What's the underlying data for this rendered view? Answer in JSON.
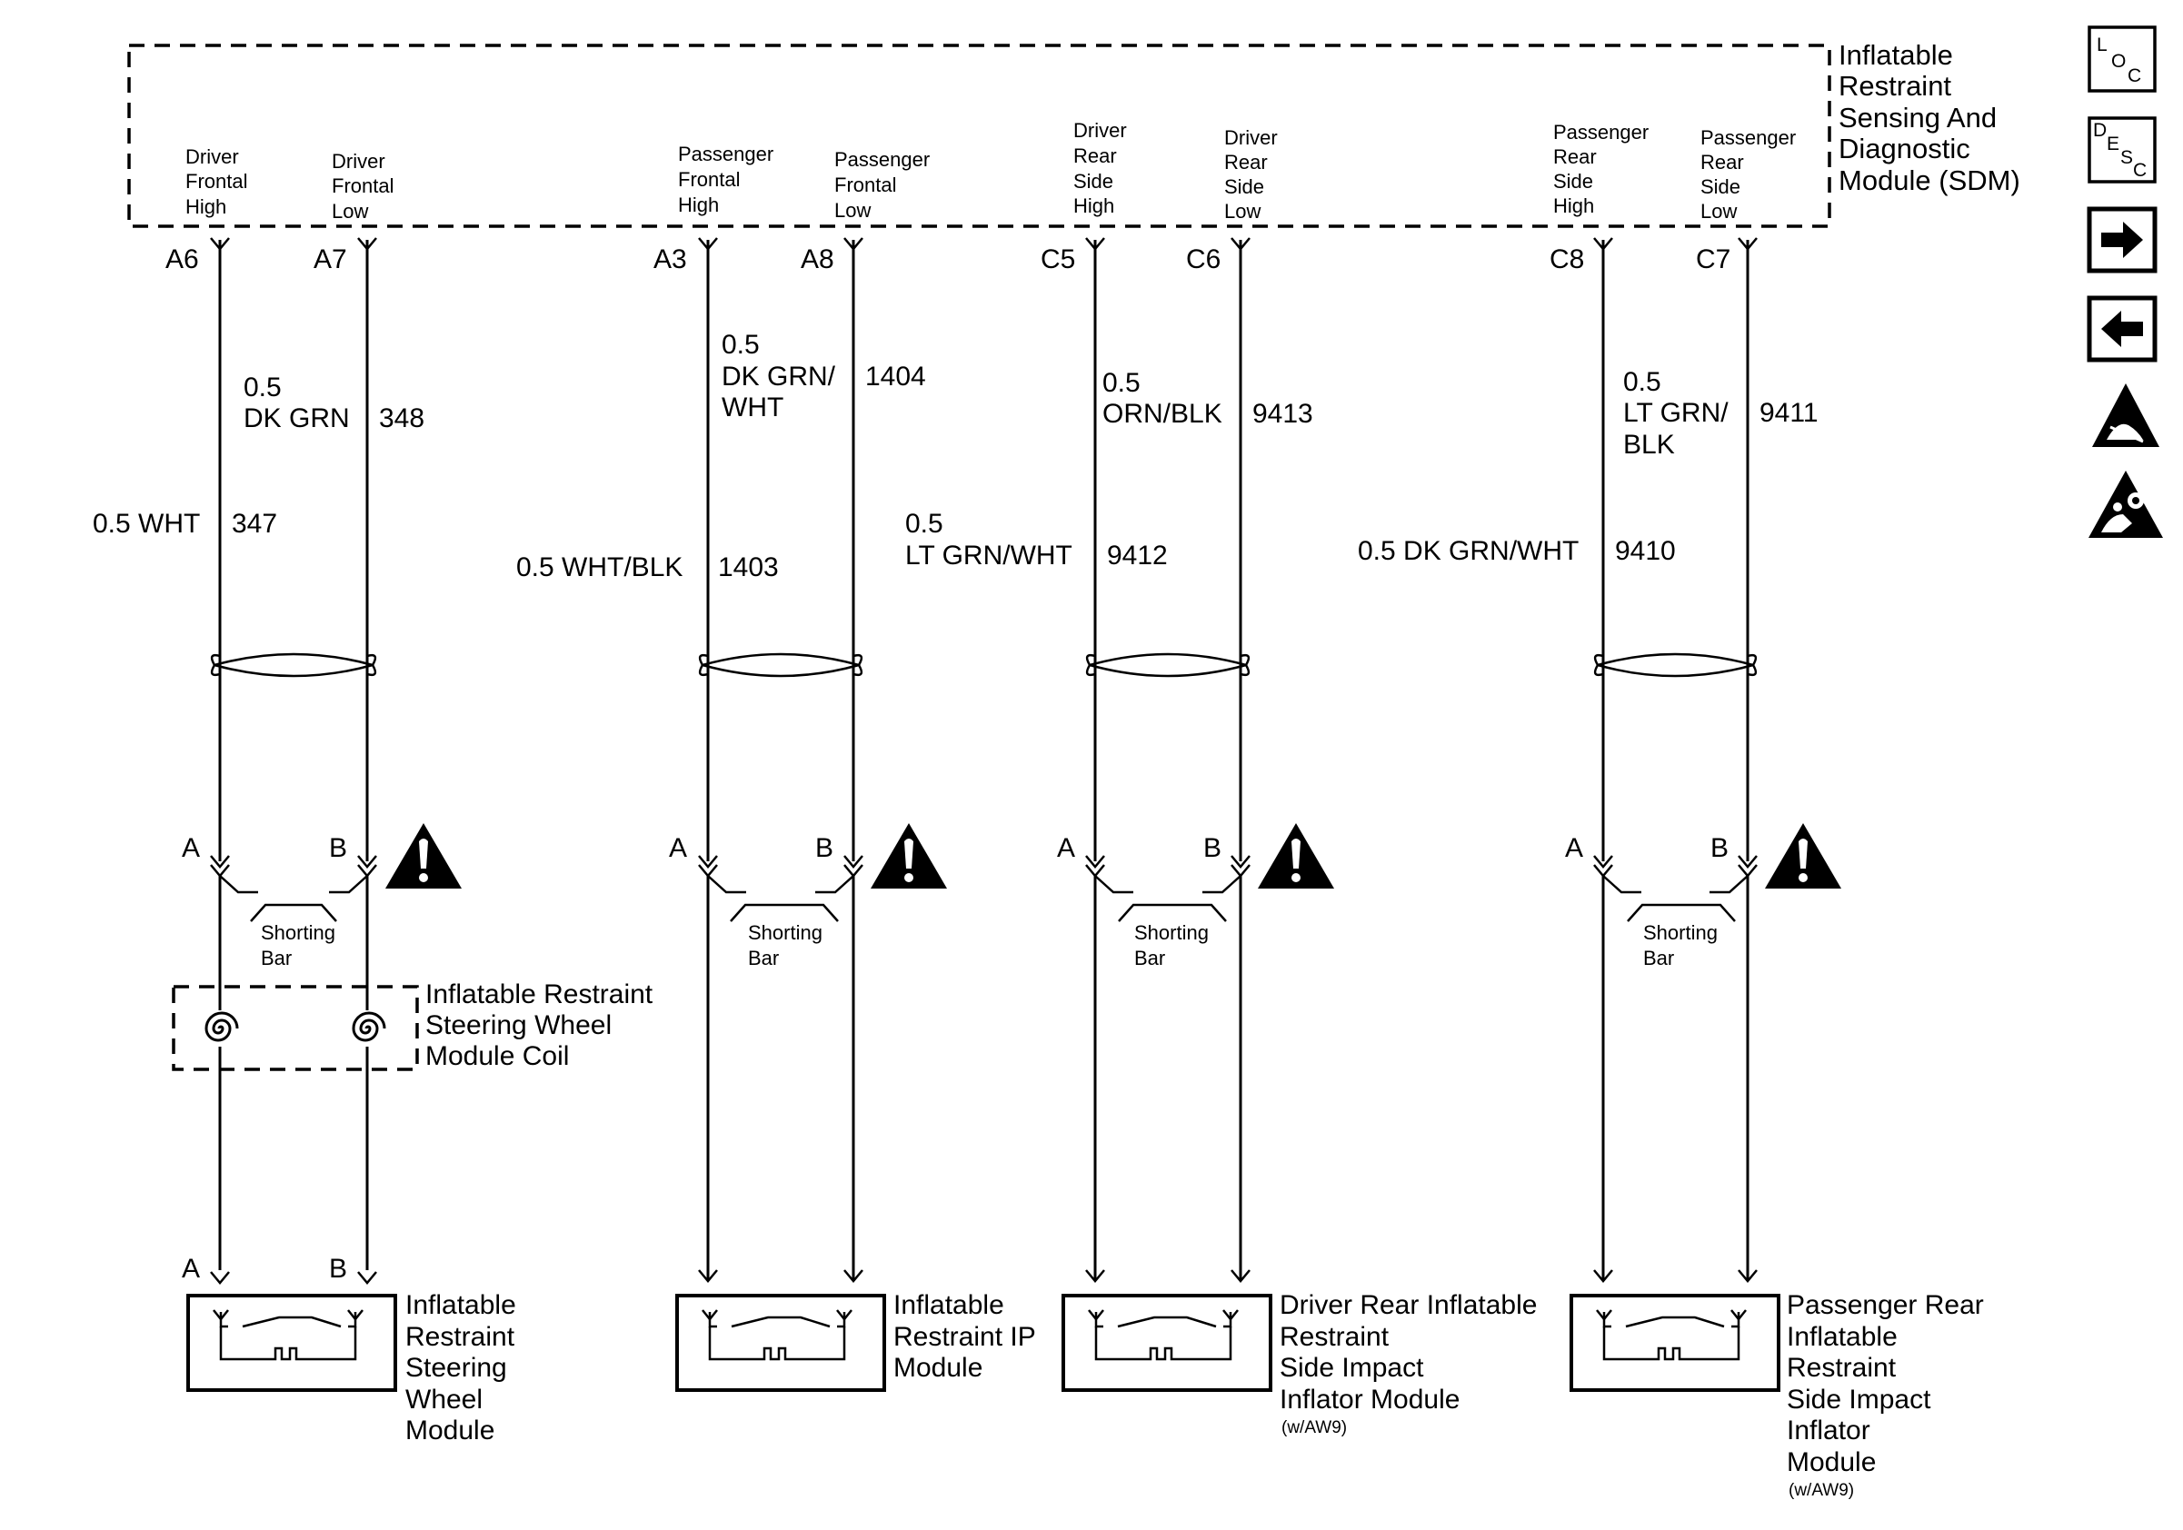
{
  "sdm": {
    "label_lines": [
      "Inflatable",
      "Restraint",
      "Sensing And",
      "Diagnostic",
      "Module (SDM)"
    ]
  },
  "circuits": [
    {
      "signals": [
        {
          "lines": [
            "Driver",
            "Frontal",
            "High"
          ],
          "pin": "A6",
          "wire_label": "0.5 WHT",
          "circuit": "347",
          "end_pin": "A",
          "module_pin": "A"
        },
        {
          "lines": [
            "Driver",
            "Frontal",
            "Low"
          ],
          "pin": "A7",
          "wire_label_lines": [
            "0.5",
            "DK GRN"
          ],
          "circuit": "348",
          "end_pin": "B",
          "module_pin": "B"
        }
      ],
      "shorting_bar": [
        "Shorting",
        "Bar"
      ],
      "coil_label": [
        "Inflatable Restraint",
        "Steering Wheel",
        "Module Coil"
      ],
      "module_label": [
        "Inflatable",
        "Restraint",
        "Steering",
        "Wheel",
        "Module"
      ]
    },
    {
      "signals": [
        {
          "lines": [
            "Passenger",
            "Frontal",
            "High"
          ],
          "pin": "A3",
          "wire_label": "0.5 WHT/BLK",
          "circuit": "1403",
          "end_pin": "A"
        },
        {
          "lines": [
            "Passenger",
            "Frontal",
            "Low"
          ],
          "pin": "A8",
          "wire_label_lines": [
            "0.5",
            "DK GRN/",
            "WHT"
          ],
          "circuit": "1404",
          "end_pin": "B"
        }
      ],
      "shorting_bar": [
        "Shorting",
        "Bar"
      ],
      "module_label": [
        "Inflatable",
        "Restraint IP",
        "Module"
      ]
    },
    {
      "signals": [
        {
          "lines": [
            "Driver",
            "Rear",
            "Side",
            "High"
          ],
          "pin": "C5",
          "wire_label_lines": [
            "0.5",
            "LT GRN/WHT"
          ],
          "circuit": "9412",
          "end_pin": "A"
        },
        {
          "lines": [
            "Driver",
            "Rear",
            "Side",
            "Low"
          ],
          "pin": "C6",
          "wire_label_lines": [
            "0.5",
            "ORN/BLK"
          ],
          "circuit": "9413",
          "end_pin": "B"
        }
      ],
      "shorting_bar": [
        "Shorting",
        "Bar"
      ],
      "module_label": [
        "Driver Rear Inflatable",
        "Restraint",
        "Side Impact",
        "Inflator Module"
      ],
      "option": "(w/AW9)"
    },
    {
      "signals": [
        {
          "lines": [
            "Passenger",
            "Rear",
            "Side",
            "High"
          ],
          "pin": "C8",
          "wire_label": "0.5 DK GRN/WHT",
          "circuit": "9410",
          "end_pin": "A"
        },
        {
          "lines": [
            "Passenger",
            "Rear",
            "Side",
            "Low"
          ],
          "pin": "C7",
          "wire_label_lines": [
            "0.5",
            "LT GRN/",
            "BLK"
          ],
          "circuit": "9411",
          "end_pin": "B"
        }
      ],
      "shorting_bar": [
        "Shorting",
        "Bar"
      ],
      "module_label": [
        "Passenger Rear",
        "Inflatable",
        "Restraint",
        "Side Impact",
        "Inflator",
        "Module"
      ],
      "option": "(w/AW9)"
    }
  ],
  "side_icons": {
    "loc": {
      "letters": [
        "L",
        "O",
        "C"
      ],
      "icon": "location-icon"
    },
    "desc": {
      "letters": [
        "D",
        "E",
        "S",
        "C"
      ],
      "icon": "description-icon"
    },
    "next": {
      "icon": "arrow-right-icon"
    },
    "prev": {
      "icon": "arrow-left-icon"
    },
    "esd": {
      "icon": "esd-warning-icon"
    },
    "airbag": {
      "icon": "airbag-warning-icon"
    }
  }
}
